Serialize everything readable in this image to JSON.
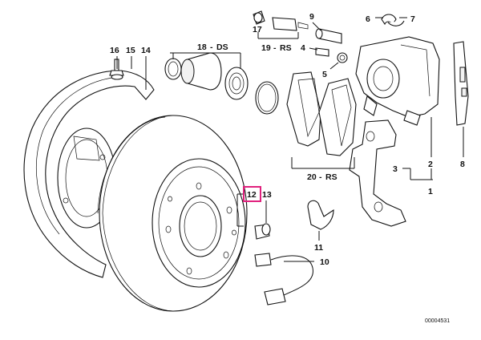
{
  "diagram": {
    "reference_number": "00004531",
    "highlight_color": "#e0217d",
    "labels": {
      "p1": "1",
      "p2": "2",
      "p3": "3",
      "p4": "4",
      "p5": "5",
      "p6": "6",
      "p7": "7",
      "p8": "8",
      "p9": "9",
      "p10": "10",
      "p11": "11",
      "p12": "12",
      "p13": "13",
      "p14": "14",
      "p15": "15",
      "p16": "16",
      "p17": "17",
      "p18": "18",
      "p19": "19",
      "p20": "20",
      "ds": "DS",
      "rs19": "RS",
      "rs20": "RS"
    },
    "highlighted_part": "12"
  }
}
